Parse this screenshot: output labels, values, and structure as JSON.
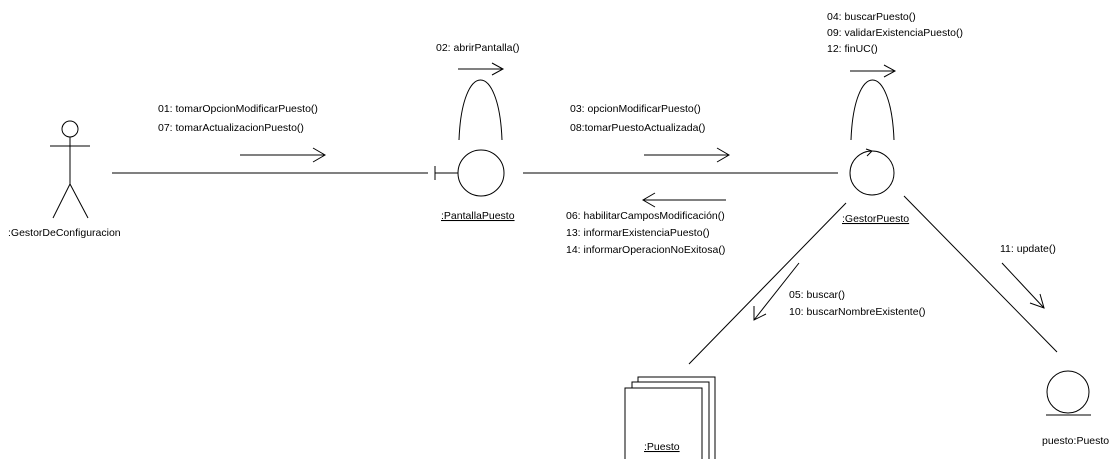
{
  "objects": {
    "actor": ":GestorDeConfiguracion",
    "boundary": ":PantallaPuesto",
    "control": ":GestorPuesto",
    "collection": ":Puesto",
    "entity": "puesto:Puesto"
  },
  "messages": {
    "actor_to_boundary": [
      "01: tomarOpcionModificarPuesto()",
      "07: tomarActualizacionPuesto()"
    ],
    "boundary_self": [
      "02: abrirPantalla()"
    ],
    "boundary_to_control": [
      "03: opcionModificarPuesto()",
      "08:tomarPuestoActualizada()"
    ],
    "control_to_boundary": [
      "06: habilitarCamposModificación()",
      "13: informarExistenciaPuesto()",
      "14: informarOperacionNoExitosa()"
    ],
    "control_self": [
      "04: buscarPuesto()",
      "09: validarExistenciaPuesto()",
      "12: finUC()"
    ],
    "control_to_collection": [
      "05: buscar()",
      "10: buscarNombreExistente()"
    ],
    "control_to_entity": [
      "11: update()"
    ]
  }
}
